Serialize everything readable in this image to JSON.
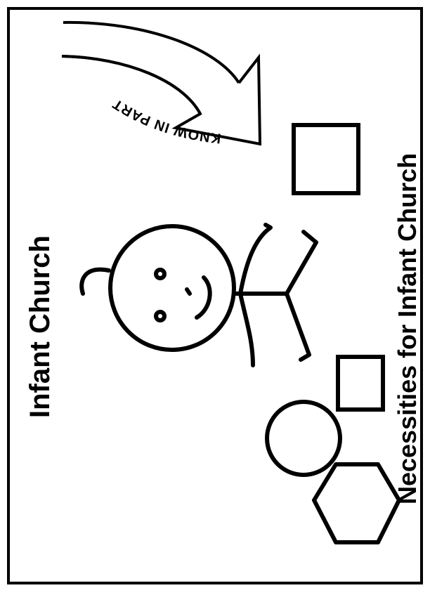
{
  "title": "Infant Church",
  "caption": "Necessities for Infant Church",
  "arrow_label": "KNOW IN PART",
  "figures": [
    "stick-figure-infant",
    "square-large",
    "square-small",
    "circle",
    "hexagon"
  ],
  "colors": {
    "ink": "#000000",
    "paper": "#ffffff"
  }
}
